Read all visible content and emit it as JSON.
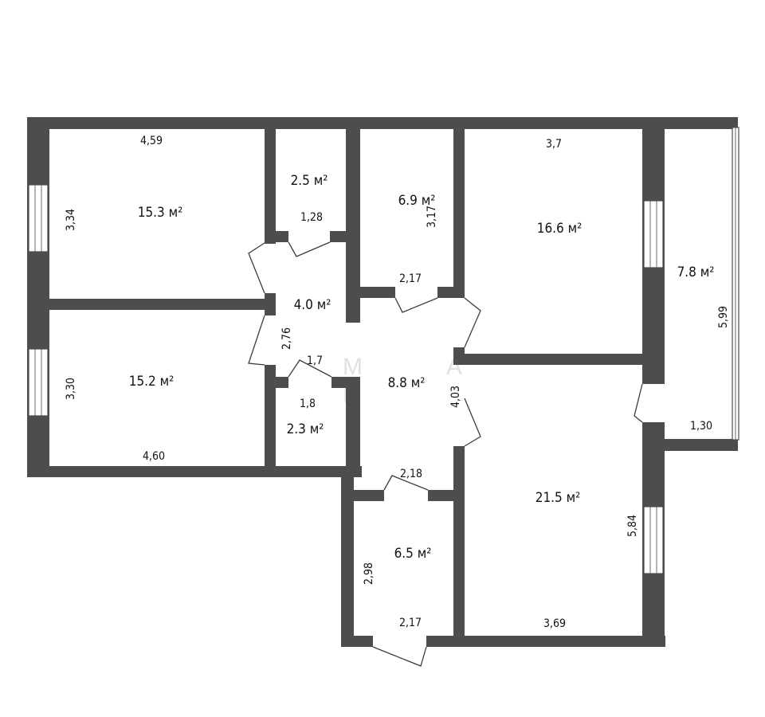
{
  "areas": {
    "room_top_left": "15.3 м²",
    "storage_top": "2.5 м²",
    "room_top_middle": "6.9 м²",
    "room_top_right": "16.6 м²",
    "balcony": "7.8 м²",
    "corridor_upper": "4.0 м²",
    "room_bottom_left": "15.2 м²",
    "corridor_main": "8.8 м²",
    "storage_bottom": "2.3 м²",
    "room_bottom_right": "21.5 м²",
    "room_bottom_middle": "6.5 м²"
  },
  "dimensions": {
    "top_left_width": "4,59",
    "top_left_height": "3,34",
    "storage_top_width": "1,28",
    "top_middle_height": "3,17",
    "top_middle_width": "2,17",
    "top_right_width": "3,7",
    "balcony_height": "5,99",
    "balcony_width": "1,30",
    "corridor_upper_height": "2,76",
    "corridor_upper_width": "1,7",
    "storage_bottom_width": "1,8",
    "bottom_left_height": "3,30",
    "bottom_left_width": "4,60",
    "corridor_main_height": "4,03",
    "corridor_main_width": "2,18",
    "bottom_right_height": "5,84",
    "bottom_right_width": "3,69",
    "bottom_middle_height": "2,98",
    "bottom_middle_width": "2,17"
  },
  "colors": {
    "wall": "#4d4d4f",
    "text": "#111111",
    "background": "#ffffff"
  }
}
